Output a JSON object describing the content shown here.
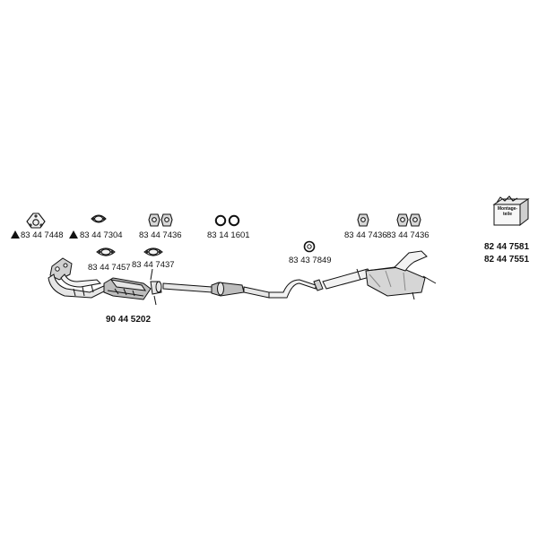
{
  "parts": {
    "p1": "83 44 7448",
    "p2": "83 44 7304",
    "p3": "83 44 7436",
    "p4": "83 14 1601",
    "p5": "83 44 7436",
    "p6": "83 44 7436",
    "p7": "82 44 7581",
    "p8": "82 44 7551",
    "p9": "83 44 7457",
    "p10": "83 44 7437",
    "p11": "83 43 7849",
    "p12": "90 44 5202"
  },
  "kit_box": {
    "line1": "Montage-",
    "line2": "teile"
  },
  "colors": {
    "line": "#111111",
    "fill_light": "#e6e6e6",
    "fill_mid": "#bdbdbd"
  },
  "icons": {
    "warning_marker": "triangle-icon",
    "gasket": "gasket-icon",
    "hanger": "rubber-hanger-icon",
    "ring": "o-ring-icon",
    "kit": "mounting-kit-box-icon"
  }
}
